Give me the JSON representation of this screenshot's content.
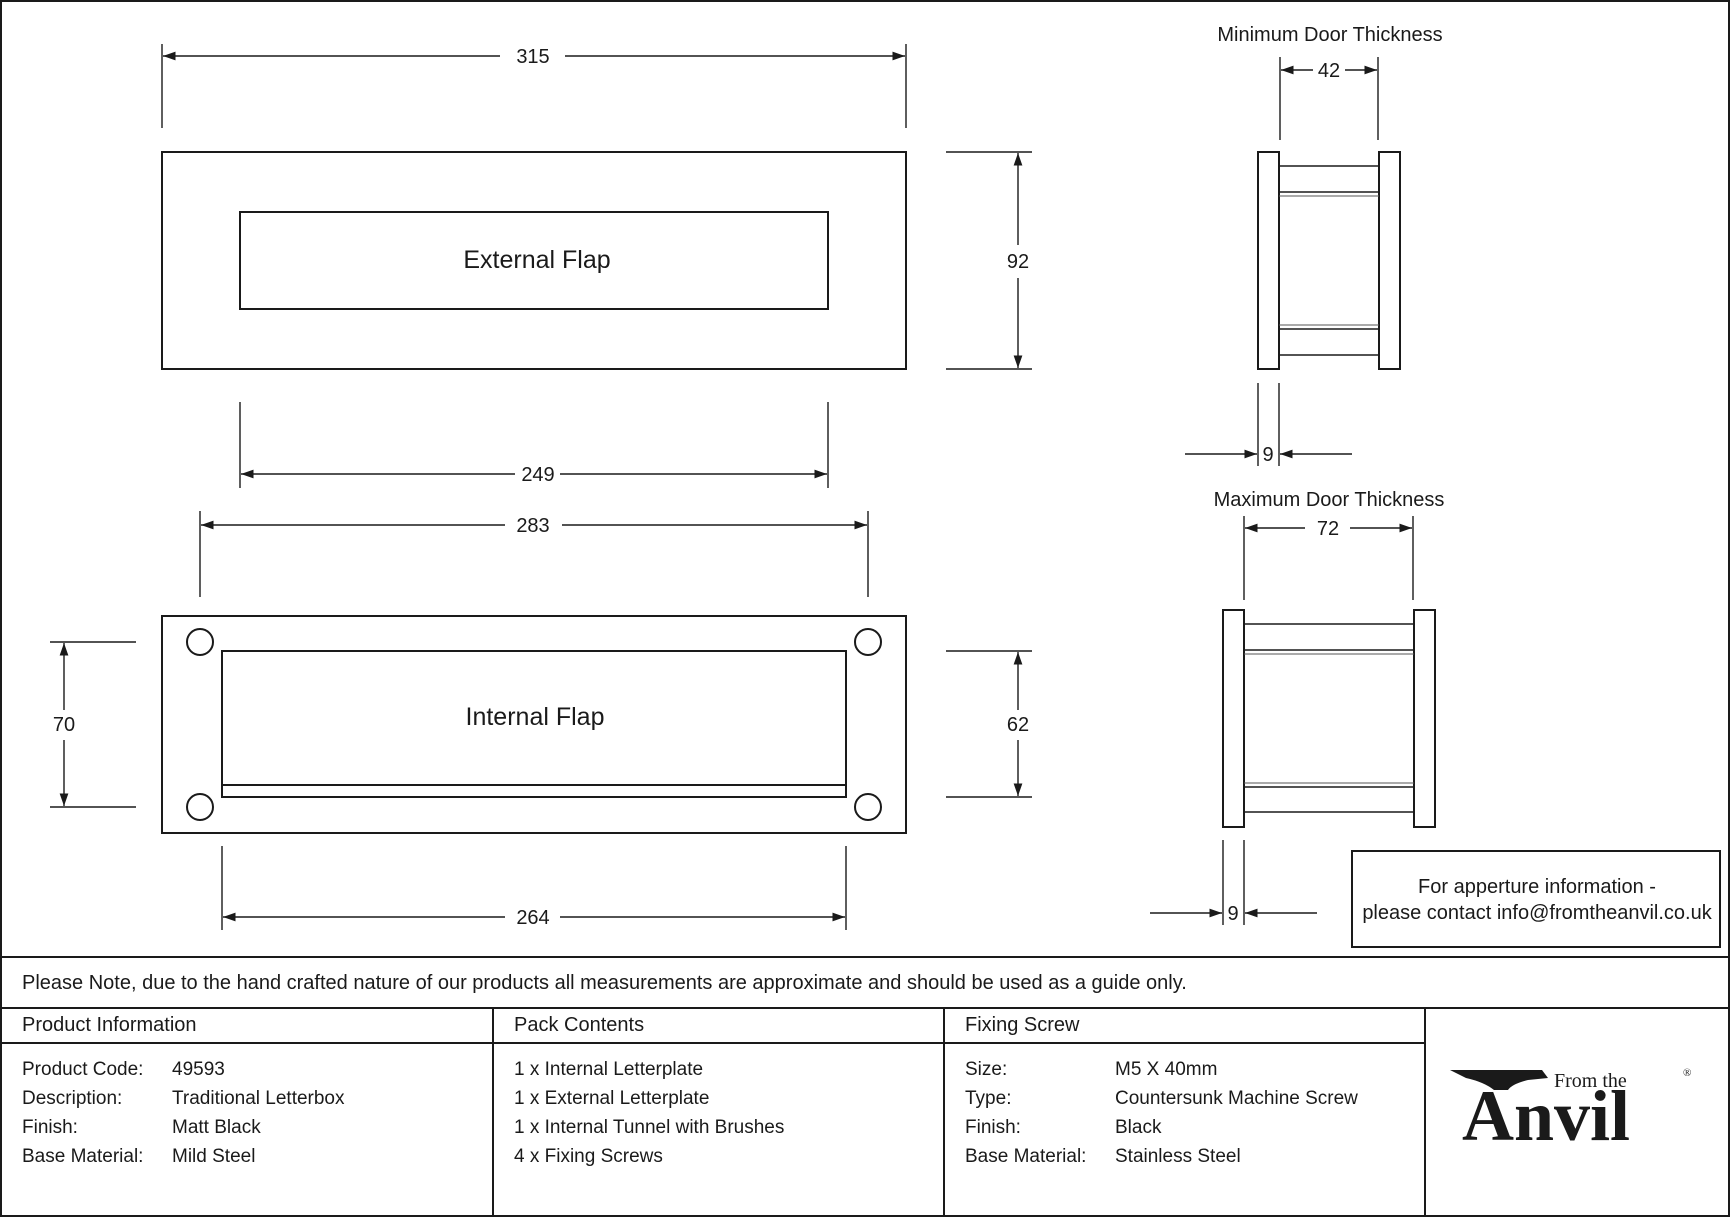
{
  "labels": {
    "external_flap": "External Flap",
    "internal_flap": "Internal Flap",
    "min_door_title": "Minimum Door Thickness",
    "max_door_title": "Maximum Door Thickness"
  },
  "dimensions": {
    "top_width": "315",
    "top_height": "92",
    "external_flap_width": "249",
    "internal_top_width": "283",
    "internal_height_left": "70",
    "internal_height_right": "62",
    "internal_bottom_width": "264",
    "min_thickness": "42",
    "min_plate": "9",
    "max_thickness": "72",
    "max_plate": "9"
  },
  "contact_box": {
    "line1": "For apperture information -",
    "line2": "please contact info@fromtheanvil.co.uk"
  },
  "note": "Please Note, due to the hand crafted nature of our products all measurements are approximate and should be used as a guide only.",
  "product_info": {
    "title": "Product Information",
    "rows": [
      {
        "label": "Product Code:",
        "value": "49593"
      },
      {
        "label": "Description:",
        "value": "Traditional Letterbox"
      },
      {
        "label": "Finish:",
        "value": "Matt Black"
      },
      {
        "label": "Base Material:",
        "value": "Mild Steel"
      }
    ]
  },
  "pack_contents": {
    "title": "Pack Contents",
    "items": [
      "1 x Internal Letterplate",
      "1 x External Letterplate",
      "1 x Internal Tunnel with Brushes",
      "4 x Fixing Screws"
    ]
  },
  "fixing_screw": {
    "title": "Fixing Screw",
    "rows": [
      {
        "label": "Size:",
        "value": "M5 X 40mm"
      },
      {
        "label": "Type:",
        "value": "Countersunk Machine Screw"
      },
      {
        "label": "Finish:",
        "value": "Black"
      },
      {
        "label": "Base Material:",
        "value": "Stainless Steel"
      }
    ]
  },
  "logo": {
    "small_text": "From the",
    "big_text": "Anvil",
    "registered": "®"
  }
}
